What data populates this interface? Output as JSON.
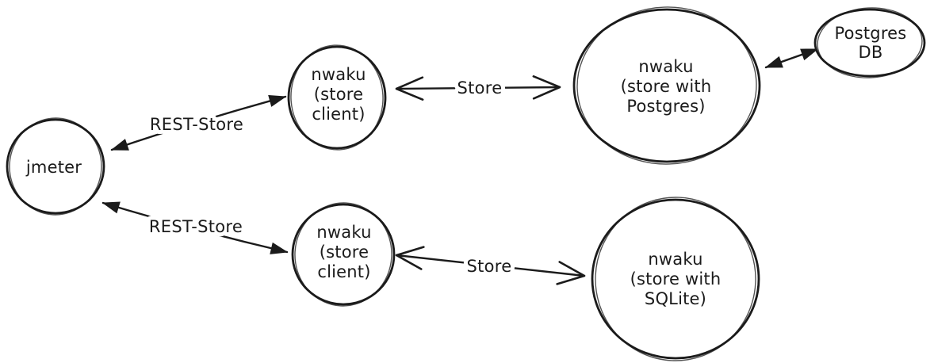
{
  "colors": {
    "background": "#ffffff",
    "ink": "#1b1b1b"
  },
  "nodes": {
    "jmeter": {
      "lines": [
        "jmeter"
      ]
    },
    "client_top": {
      "lines": [
        "nwaku",
        "(store",
        "client)"
      ]
    },
    "client_bottom": {
      "lines": [
        "nwaku",
        "(store",
        "client)"
      ]
    },
    "store_postgres": {
      "lines": [
        "nwaku",
        "(store with",
        "Postgres)"
      ]
    },
    "store_sqlite": {
      "lines": [
        "nwaku",
        "(store with",
        "SQLite)"
      ]
    },
    "postgres_db": {
      "lines": [
        "Postgres",
        "DB"
      ]
    }
  },
  "edges": {
    "rest_store_top": {
      "label": "REST-Store",
      "arrowheads": "filled-both-ends"
    },
    "rest_store_bottom": {
      "label": "REST-Store",
      "arrowheads": "filled-both-ends"
    },
    "store_top": {
      "label": "Store",
      "arrowheads": "open-both-ends"
    },
    "store_bottom": {
      "label": "Store",
      "arrowheads": "open-both-ends"
    },
    "db_link": {
      "arrowheads": "filled-both-ends"
    }
  }
}
